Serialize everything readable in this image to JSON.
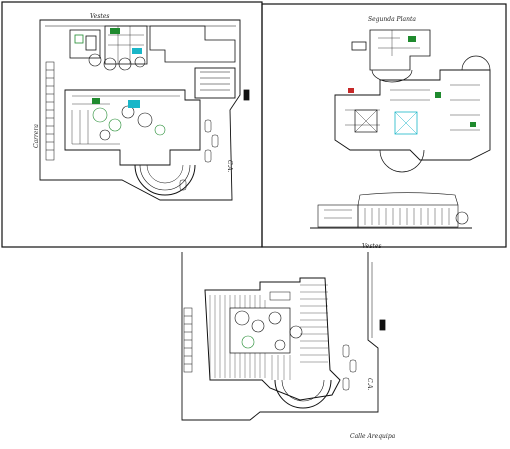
{
  "sheets": [
    {
      "id": "plan-1",
      "labels": {
        "top": "Vestes",
        "left": "Carrera",
        "right": "C.A."
      }
    },
    {
      "id": "plan-2",
      "labels": {
        "title": "Segunda Planta"
      }
    },
    {
      "id": "plan-3",
      "labels": {
        "top": "Vestes",
        "right": "C.A.",
        "bottom": "Calle Arequipa"
      }
    }
  ],
  "colors": {
    "line": "#111111",
    "accent_green": "#1f8a2e",
    "accent_cyan": "#19b6c8",
    "accent_red": "#c62828"
  }
}
